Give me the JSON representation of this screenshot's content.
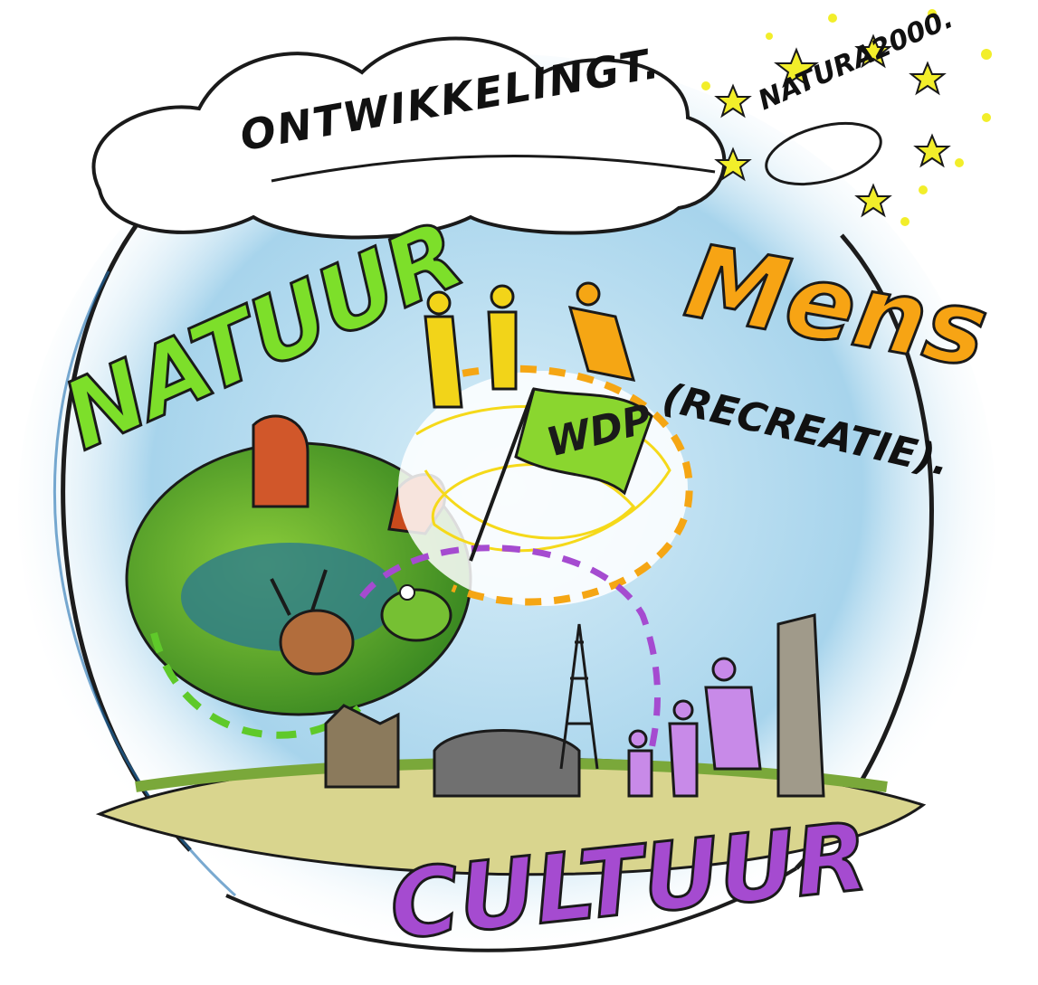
{
  "illustration": {
    "labels": {
      "ontwikkeling": "ONTWIKKELINGT.",
      "natura": "NATURA2000.",
      "natuur": "NATUUR",
      "mens": "Mens",
      "recreatie": "(RECREATIE).",
      "cultuur": "CULTUUR",
      "flag": "WDP"
    },
    "icons": [
      "cloud-icon",
      "star-icon",
      "cow-icon",
      "deer-icon",
      "rabbit-icon",
      "frog-icon",
      "flag-icon",
      "person-icon",
      "tower-icon",
      "monument-icon",
      "building-icon"
    ],
    "colors": {
      "natuur": "#7ddf2a",
      "mens": "#f7a414",
      "cultuur": "#a54bd0",
      "sky": "#a9d6ee",
      "stars": "#f2ee2a"
    }
  }
}
